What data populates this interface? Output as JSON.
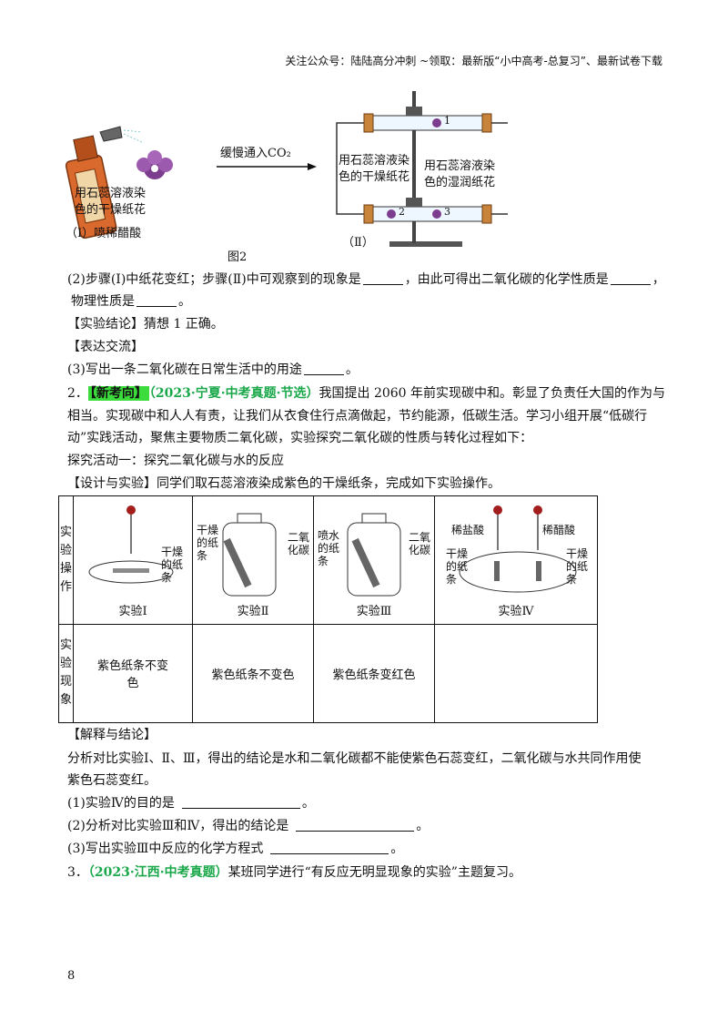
{
  "header": {
    "text": "关注公众号：陆陆高分冲刺 ~领取：最新版“小中高考-总复习”、最新试卷下载"
  },
  "figure2": {
    "flower_label_line1": "用石蕊溶液染",
    "flower_label_line2": "色的干燥纸花",
    "step1_label": "（Ⅰ）喷稀醋酸",
    "arrow_label": "缓慢通入CO₂",
    "dry_label_line1": "用石蕊溶液染",
    "dry_label_line2": "色的干燥纸花",
    "wet_label_line1": "用石蕊溶液染",
    "wet_label_line2": "色的湿润纸花",
    "num1": "1",
    "num2": "2",
    "num3": "3",
    "step2_label": "（Ⅱ）",
    "caption": "图2"
  },
  "q2_text_a": "(2)步骤(Ⅰ)中纸花变红；步骤(Ⅱ)中可观察到的现象是",
  "q2_text_b": "，由此可得出二氧化碳的化学性质是",
  "q2_text_c": "，",
  "q2_line2_a": "物理性质是",
  "q2_line2_b": "。",
  "conclusion": "【实验结论】猜想 1 正确。",
  "exchange": "【表达交流】",
  "q3_a": "(3)写出一条二氧化碳在日常生活中的用途",
  "q3_b": "。",
  "p2": {
    "num": "2．",
    "tag": "【新考向】",
    "source": "（2023·宁夏·中考真题·节选）",
    "line1": "我国提出 2060 年前实现碳中和。彰显了负责任大国的作为与",
    "line2": "相当。实现碳中和人人有责，让我们从衣食住行点滴做起，节约能源，低碳生活。学习小组开展“低碳行",
    "line3": "动”实践活动，聚焦主要物质二氧化碳，实验探究二氧化碳的性质与转化过程如下：",
    "activity": "探究活动一：探究二氧化碳与水的反应",
    "design": "【设计与实验】同学们取石蕊溶液染成紫色的干燥纸条，完成如下实验操作。"
  },
  "table": {
    "row1_header": [
      "实",
      "验",
      "操",
      "作"
    ],
    "row2_header": [
      "实",
      "验",
      "现",
      "象"
    ],
    "exp1": {
      "caption": "实验Ⅰ",
      "label": [
        "干燥",
        "的纸",
        "条"
      ]
    },
    "exp2": {
      "caption": "实验Ⅱ",
      "left": [
        "干燥",
        "的纸",
        "条"
      ],
      "right": [
        "二氧",
        "化碳"
      ]
    },
    "exp3": {
      "caption": "实验Ⅲ",
      "left": [
        "喷水",
        "的纸",
        "条"
      ],
      "right": [
        "二氧",
        "化碳"
      ]
    },
    "exp4": {
      "caption": "实验Ⅳ",
      "acid1": "稀盐酸",
      "acid2": "稀醋酸",
      "left": [
        "干燥",
        "的纸",
        "条"
      ],
      "right": [
        "干燥",
        "的纸",
        "条"
      ]
    },
    "obs1_line1": "紫色纸条不变",
    "obs1_line2": "色",
    "obs2": "紫色纸条不变色",
    "obs3": "紫色纸条变红色",
    "obs4": ""
  },
  "explain": {
    "head": "【解释与结论】",
    "line1": "分析对比实验Ⅰ、Ⅱ、Ⅲ，得出的结论是水和二氧化碳都不能使紫色石蕊变红，二氧化碳与水共同作用使",
    "line2": "紫色石蕊变红。",
    "q1a": "(1)实验Ⅳ的目的是",
    "q1b": "。",
    "q2a": "(2)分析对比实验Ⅲ和Ⅳ，得出的结论是",
    "q2b": "。",
    "q3a": "(3)写出实验Ⅲ中反应的化学方程式",
    "q3b": "。"
  },
  "p3": {
    "num": "3．",
    "source": "（2023·江西·中考真题）",
    "text": "某班同学进行“有反应无明显现象的实验”主题复习。"
  },
  "page_number": "8"
}
